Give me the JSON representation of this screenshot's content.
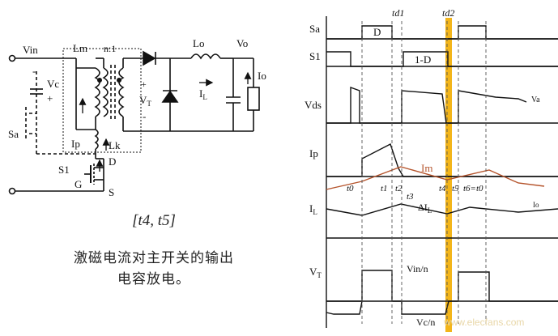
{
  "circuit": {
    "vin": "Vin",
    "lm": "Lm",
    "ratio": "n:1",
    "lo": "Lo",
    "vo": "Vo",
    "vc": "Vc",
    "plus_vc": "+",
    "minus_vc": "-",
    "vt_plus": "+",
    "vt": "V",
    "vt_sub": "T",
    "vt_minus": "-",
    "il": "I",
    "il_sub": "L",
    "io": "Io",
    "sa": "Sa",
    "ip": "Ip",
    "lk": "Lk",
    "s1": "S1",
    "d": "D",
    "g": "G",
    "s": "S"
  },
  "caption": {
    "interval": "[t4, t5]",
    "line1": "激磁电流对主开关的输出",
    "line2": "电容放电。"
  },
  "waveforms": {
    "sa": "Sa",
    "s1": "S1",
    "duty_d": "D",
    "duty_1d": "1-D",
    "td1": "td1",
    "td2": "td2",
    "vds": "Vds",
    "va": "Va",
    "ip": "Ip",
    "im": "Im",
    "il": "I",
    "il_sub": "L",
    "delta": "ΔI",
    "delta_sub": "L",
    "io": "Io",
    "vt": "V",
    "vt_sub": "T",
    "vin_n": "Vin/n",
    "vc_n": "Vc/n",
    "times": [
      "t0",
      "t1",
      "t2",
      "t3",
      "t4",
      "t5",
      "t6=t0"
    ]
  },
  "watermark": "www.elecfans.com",
  "colors": {
    "line": "#111111",
    "im_curve": "#b5542c",
    "highlight": "#f3b51a"
  }
}
